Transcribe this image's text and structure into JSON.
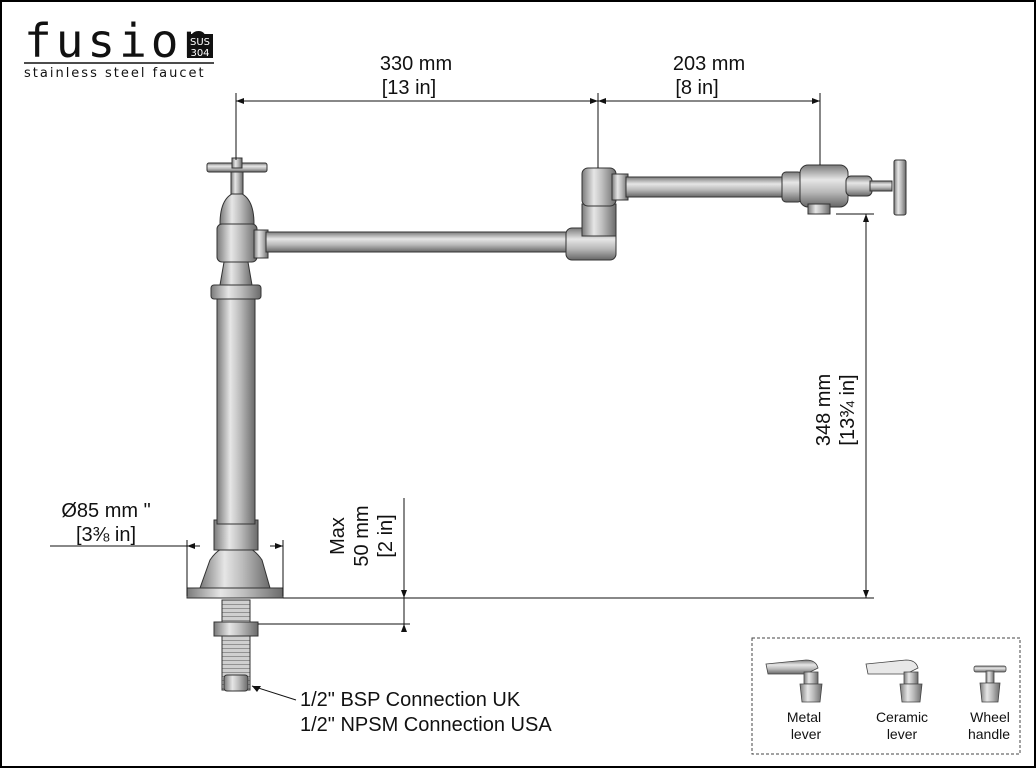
{
  "brand": {
    "name": "fusion",
    "badge_top": "SUS",
    "badge_bottom": "304",
    "tagline": "stainless steel faucet"
  },
  "dimensions": {
    "spout_reach_mm": "330 mm",
    "spout_reach_in": "[13 in]",
    "arm_length_mm": "203 mm",
    "arm_length_in": "[8 in]",
    "height_mm": "348 mm",
    "height_in": "[13¾ in]",
    "base_dia_mm": "Ø85 mm \"",
    "base_dia_in": "[3⅜ in]",
    "deck_max_label": "Max",
    "deck_max_mm": "50 mm",
    "deck_max_in": "[2 in]"
  },
  "connection": {
    "uk": "1/2\" BSP Connection UK",
    "usa": "1/2\" NPSM Connection USA"
  },
  "handles": [
    {
      "label_1": "Metal",
      "label_2": "lever",
      "icon": "metal-lever-icon"
    },
    {
      "label_1": "Ceramic",
      "label_2": "lever",
      "icon": "ceramic-lever-icon"
    },
    {
      "label_1": "Wheel",
      "label_2": "handle",
      "icon": "wheel-handle-icon"
    }
  ],
  "colors": {
    "metal": "#c9c9c9",
    "metal_dark": "#6f6f6f",
    "ink": "#111111",
    "border": "#000000"
  }
}
